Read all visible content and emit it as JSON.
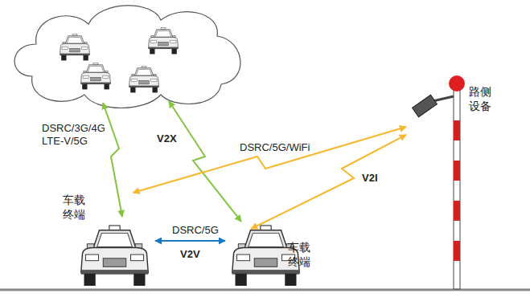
{
  "diagram": {
    "nodes": [
      {
        "text": [
          "车载 终端"
        ]
      },
      {
        "text": [
          "车载 终端"
        ]
      },
      {
        "text": [
          "路侧 设备"
        ]
      }
    ],
    "edges": [
      {
        "from": 0,
        "to": 1,
        "arrow": "both",
        "label": "DSRC/5G"
      },
      {
        "from": 0,
        "to": 2,
        "arrow": "both",
        "label": "DSRC/5G/WiFi"
      },
      {
        "from": 2,
        "to": 1,
        "arrow": "both"
      }
    ],
    "labels": [
      "DSRC/3G/4G LTE-V/5G",
      "V2X",
      "V2V",
      "V2I"
    ]
  }
}
